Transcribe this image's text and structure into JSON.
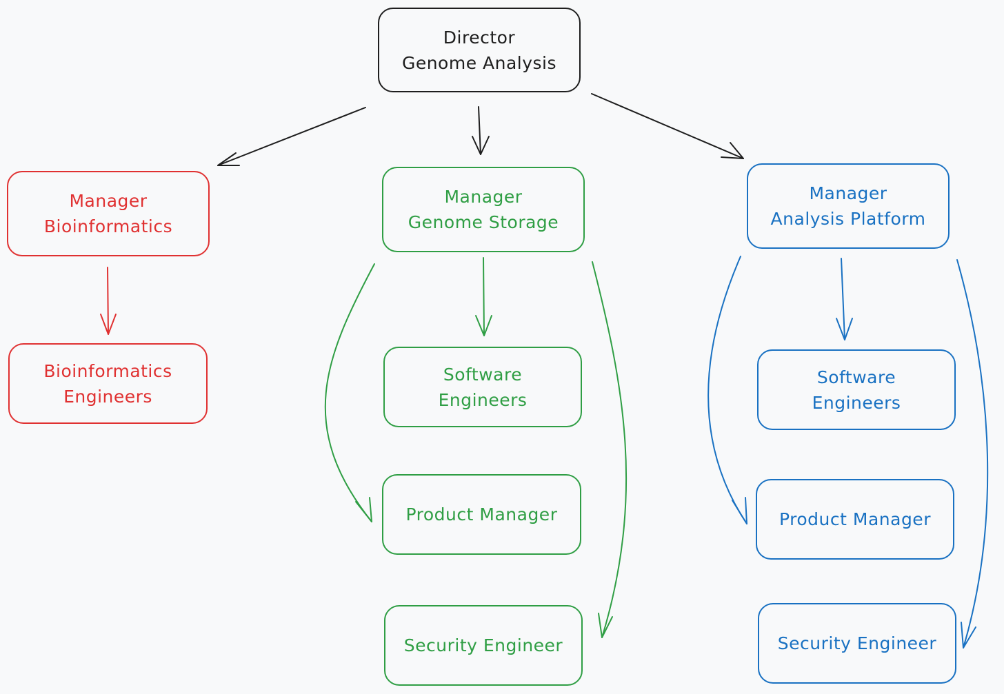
{
  "colors": {
    "background": "#f8f9fa",
    "black": "#1e1e1e",
    "red": "#e03131",
    "green": "#2f9e44",
    "blue": "#1971c2"
  },
  "director": {
    "line1": "Director",
    "line2": "Genome Analysis"
  },
  "bioinformatics": {
    "manager_line1": "Manager",
    "manager_line2": "Bioinformatics",
    "engineers_line1": "Bioinformatics",
    "engineers_line2": "Engineers"
  },
  "genome_storage": {
    "manager_line1": "Manager",
    "manager_line2": "Genome Storage",
    "software_line1": "Software",
    "software_line2": "Engineers",
    "product_manager": "Product Manager",
    "security_engineer": "Security Engineer"
  },
  "analysis_platform": {
    "manager_line1": "Manager",
    "manager_line2": "Analysis Platform",
    "software_line1": "Software",
    "software_line2": "Engineers",
    "product_manager": "Product Manager",
    "security_engineer": "Security Engineer"
  }
}
